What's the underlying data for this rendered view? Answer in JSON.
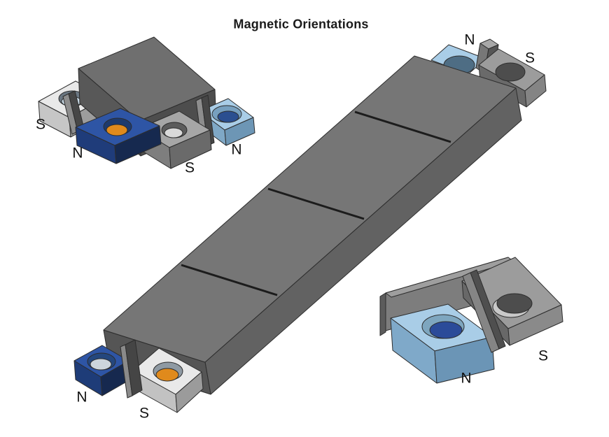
{
  "title": "Magnetic Orientations",
  "labels": {
    "assembly_left_s": "S",
    "assembly_blue_n": "N",
    "assembly_gray_s": "S",
    "assembly_lightblue_n": "N",
    "beam_top_n": "N",
    "beam_top_s": "S",
    "beam_bottom_n": "N",
    "beam_bottom_s": "S",
    "detail_n": "N",
    "detail_s": "S"
  },
  "colors": {
    "background": "#ffffff",
    "title_text": "#1a1a1a",
    "label_text": "#111111",
    "north_blue": "#2e55a5",
    "north_light_blue": "#a9cde7",
    "south_white": "#e9e9e9",
    "south_gray": "#a6a6a6",
    "steel_gray": "#767676",
    "orange": "#e08a1c"
  }
}
